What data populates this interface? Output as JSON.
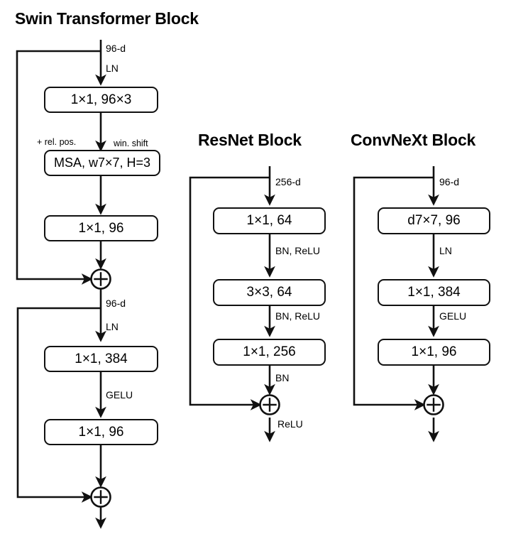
{
  "figure": {
    "kind": "architecture-block-diagram",
    "background": "#ffffff",
    "stroke_color": "#111111"
  },
  "columns": [
    {
      "id": "swin",
      "title": "Swin Transformer Block",
      "boxes": [
        {
          "id": "swin-box-1",
          "label": "1×1, 96×3"
        },
        {
          "id": "swin-box-2",
          "label": "MSA, w7×7, H=3"
        },
        {
          "id": "swin-box-3",
          "label": "1×1, 96"
        },
        {
          "id": "swin-box-4",
          "label": "1×1, 384"
        },
        {
          "id": "swin-box-5",
          "label": "1×1, 96"
        }
      ],
      "edge_labels": [
        {
          "id": "swin-dim-top",
          "label": "96-d"
        },
        {
          "id": "swin-ln-1",
          "label": "LN"
        },
        {
          "id": "swin-rel-pos",
          "label": "+ rel. pos."
        },
        {
          "id": "swin-win-shift",
          "label": "win. shift"
        },
        {
          "id": "swin-dim-mid",
          "label": "96-d"
        },
        {
          "id": "swin-ln-2",
          "label": "LN"
        },
        {
          "id": "swin-gelu",
          "label": "GELU"
        }
      ],
      "adders": [
        {
          "id": "swin-add-1",
          "label": "⊕"
        },
        {
          "id": "swin-add-2",
          "label": "⊕"
        }
      ]
    },
    {
      "id": "resnet",
      "title": "ResNet Block",
      "boxes": [
        {
          "id": "resnet-box-1",
          "label": "1×1, 64"
        },
        {
          "id": "resnet-box-2",
          "label": "3×3, 64"
        },
        {
          "id": "resnet-box-3",
          "label": "1×1, 256"
        }
      ],
      "edge_labels": [
        {
          "id": "resnet-dim-top",
          "label": "256-d"
        },
        {
          "id": "resnet-bnrelu-1",
          "label": "BN, ReLU"
        },
        {
          "id": "resnet-bnrelu-2",
          "label": "BN, ReLU"
        },
        {
          "id": "resnet-bn",
          "label": "BN"
        },
        {
          "id": "resnet-relu-out",
          "label": "ReLU"
        }
      ],
      "adders": [
        {
          "id": "resnet-add-1",
          "label": "⊕"
        }
      ]
    },
    {
      "id": "convnext",
      "title": "ConvNeXt Block",
      "boxes": [
        {
          "id": "convnext-box-1",
          "label": "d7×7, 96"
        },
        {
          "id": "convnext-box-2",
          "label": "1×1, 384"
        },
        {
          "id": "convnext-box-3",
          "label": "1×1, 96"
        }
      ],
      "edge_labels": [
        {
          "id": "convnext-dim-top",
          "label": "96-d"
        },
        {
          "id": "convnext-ln",
          "label": "LN"
        },
        {
          "id": "convnext-gelu",
          "label": "GELU"
        }
      ],
      "adders": [
        {
          "id": "convnext-add-1",
          "label": "⊕"
        }
      ]
    }
  ]
}
